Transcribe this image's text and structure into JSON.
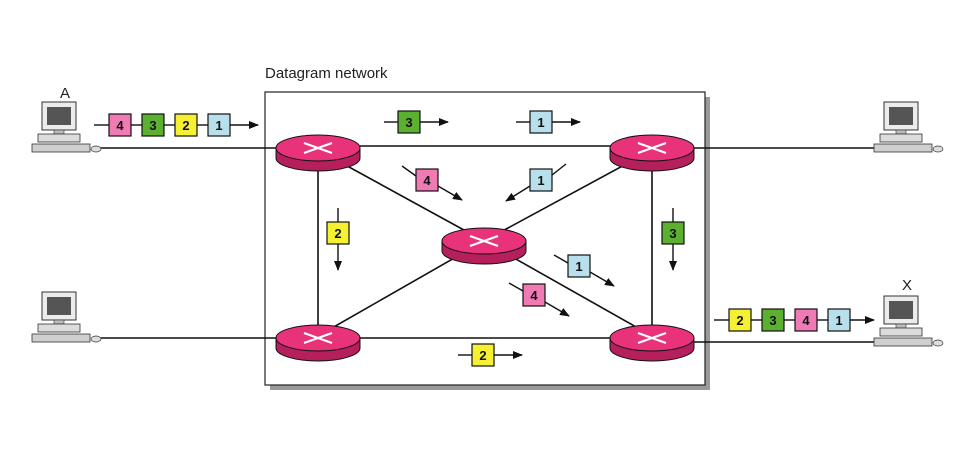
{
  "diagram": {
    "title": "Datagram network",
    "hosts": [
      {
        "id": "A",
        "label": "A"
      },
      {
        "id": "B",
        "label": ""
      },
      {
        "id": "C",
        "label": ""
      },
      {
        "id": "X",
        "label": "X"
      }
    ],
    "packet_colors": {
      "1": "#b7e0ec",
      "2": "#f5f032",
      "3": "#5cb030",
      "4": "#f07ab3"
    },
    "router_color": "#e8337a",
    "source_queue": [
      "4",
      "3",
      "2",
      "1"
    ],
    "destination_queue": [
      "2",
      "3",
      "4",
      "1"
    ],
    "in_transit": [
      {
        "label": "3",
        "dir": "right"
      },
      {
        "label": "1",
        "dir": "right"
      },
      {
        "label": "4",
        "dir": "down-right"
      },
      {
        "label": "1",
        "dir": "down-left"
      },
      {
        "label": "2",
        "dir": "down"
      },
      {
        "label": "3",
        "dir": "down"
      },
      {
        "label": "1",
        "dir": "down-right"
      },
      {
        "label": "4",
        "dir": "down-right"
      },
      {
        "label": "2",
        "dir": "right"
      }
    ]
  }
}
